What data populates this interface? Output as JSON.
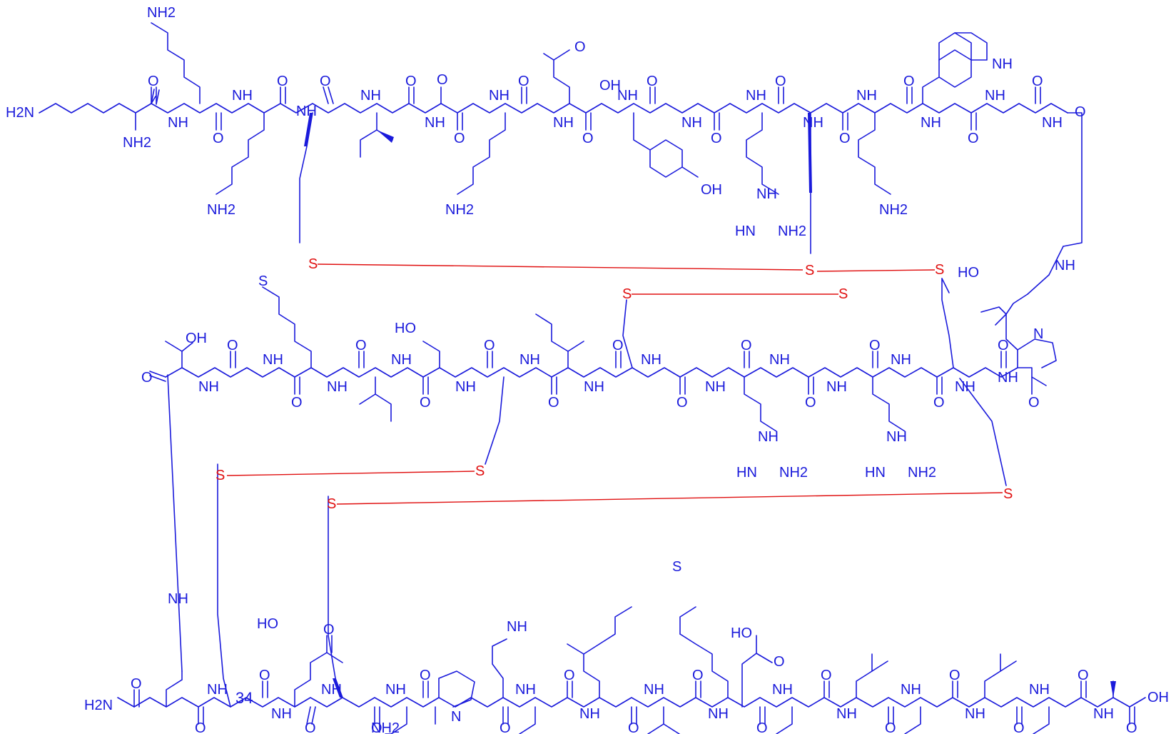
{
  "compound_number": "34",
  "colors": {
    "backbone": "#1a1adb",
    "disulfide": "#e01010"
  },
  "labels": {
    "n_term_amine": "H2N",
    "amine": "NH2",
    "amide_nh": "NH",
    "nitrogen_h": "H",
    "nitrogen": "N",
    "oxygen": "O",
    "hydroxyl": "OH",
    "hydroxyl_left": "HO",
    "guanidine_imine": "HN",
    "guanidine_imine_h": "NH",
    "sulfur": "S",
    "carboxyl": "OH",
    "n_term_c3": "H2N"
  }
}
